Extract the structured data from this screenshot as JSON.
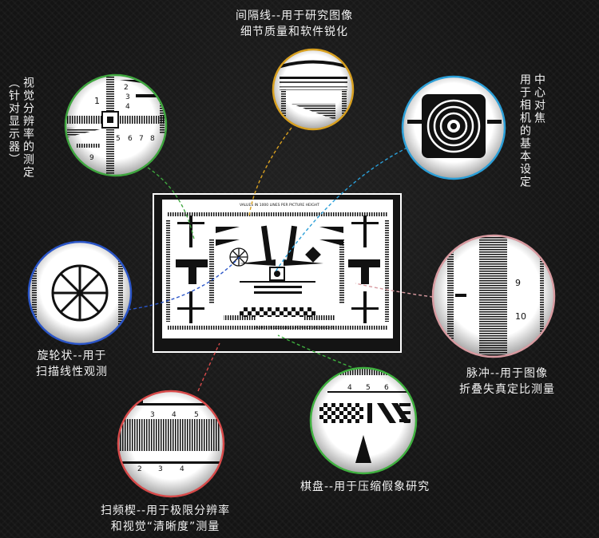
{
  "chart_caption_top": "VALUES IN 1000 LINES PER PICTURE HEIGHT",
  "chart_caption_bottom": "VALUES IN 1000 LINES PER PICTURE HEIGHT",
  "labels": {
    "spacing_line": [
      "间隔线--用于研究图像",
      "细节质量和软件锐化"
    ],
    "visual_resolution": [
      "视觉分辨率的测定",
      "（针对显示器）"
    ],
    "center_focus": [
      "中心对焦",
      "用于相机的基本设定"
    ],
    "rotary": [
      "旋轮状--用于",
      "扫描线性观测"
    ],
    "pulse": [
      "脉冲--用于图像",
      "折叠失真定比测量"
    ],
    "checkerboard": [
      "棋盘--用于压缩假象研究"
    ],
    "sweep_wedge": [
      "扫频楔--用于极限分辨率",
      "和视觉“清晰度”测量"
    ]
  },
  "digits": {
    "lens_visual": [
      "1",
      "2",
      "3",
      "4",
      "5",
      "6",
      "7",
      "8",
      "9"
    ],
    "lens_pulse": [
      "9",
      "10"
    ],
    "lens_checker": [
      "4",
      "5",
      "6"
    ],
    "lens_sweep": [
      "3",
      "4",
      "5",
      "2",
      "3",
      "4"
    ]
  },
  "colors": {
    "visual_resolution": "#3fa63f",
    "spacing_line": "#d8a020",
    "center_focus": "#2b9fd8",
    "rotary": "#2a55c8",
    "pulse": "#d89aa0",
    "checkerboard": "#3fb03f",
    "sweep_wedge": "#d84a4a"
  }
}
